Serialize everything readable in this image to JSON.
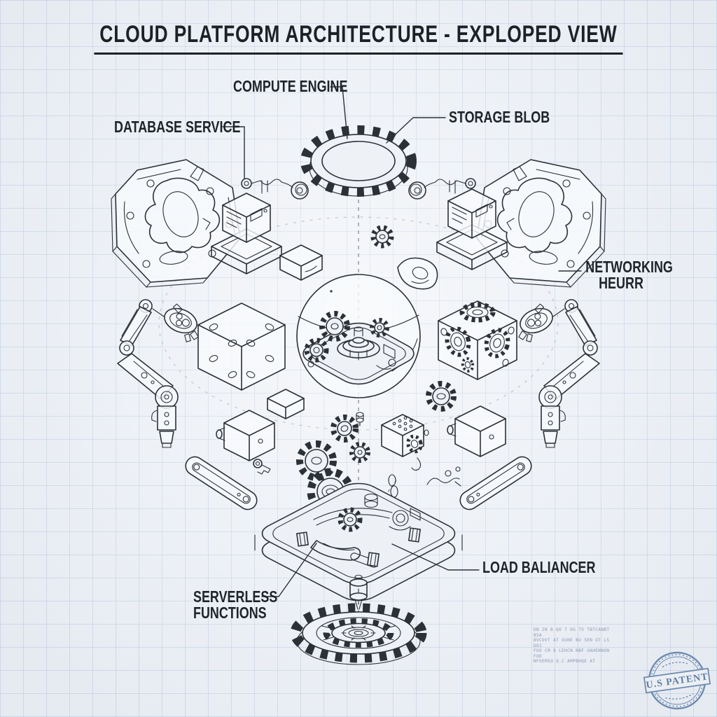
{
  "title": "CLOUD PLATFORM ARCHITECTURE - EXPLOPED VIEW",
  "labels": {
    "compute_engine": "COMPUTE ENGINE",
    "database_service": "DATABASE SERVICE",
    "storage_blob": "STORAGE BLOB",
    "networking_line1": "NETWORKING",
    "networking_line2": "HEURR",
    "load_balancer": "LOAD BALIANCER",
    "serverless_line1": "SERVERLESS",
    "serverless_line2": "FUNCTIONS"
  },
  "stamp": {
    "text": "U.S PATENT",
    "color": "#5b7ba3"
  },
  "fine_print": {
    "lines": [
      "DB IN B QO 7 OG 75 TBTCANBT BSA",
      "BVCOVT AT OGNE BU SEN UT LS DO1",
      "FUO CM 8 LEHCN NBF UAHENNON FOD",
      "NFUEMSO    Q.C   AMPBHQE AT"
    ]
  },
  "drawing": {
    "parts": [
      "ring-gear",
      "octagonal-plate-left",
      "octagonal-plate-right",
      "hairspring-left",
      "hairspring-right",
      "cube-on-pedestal-left",
      "cube-on-pedestal-right",
      "dice-cube",
      "gear-cube",
      "sphere-gear-assembly",
      "robot-arm-left",
      "robot-arm-right",
      "chassis-tray",
      "main-gear-wheel",
      "connector-bar-left",
      "connector-bar-right",
      "small-gears",
      "pin-shaft"
    ]
  },
  "colors": {
    "paper": "#edf0f5",
    "grid": "#94a8c8",
    "ink": "#2c3138",
    "stamp": "#5b7ba3"
  }
}
